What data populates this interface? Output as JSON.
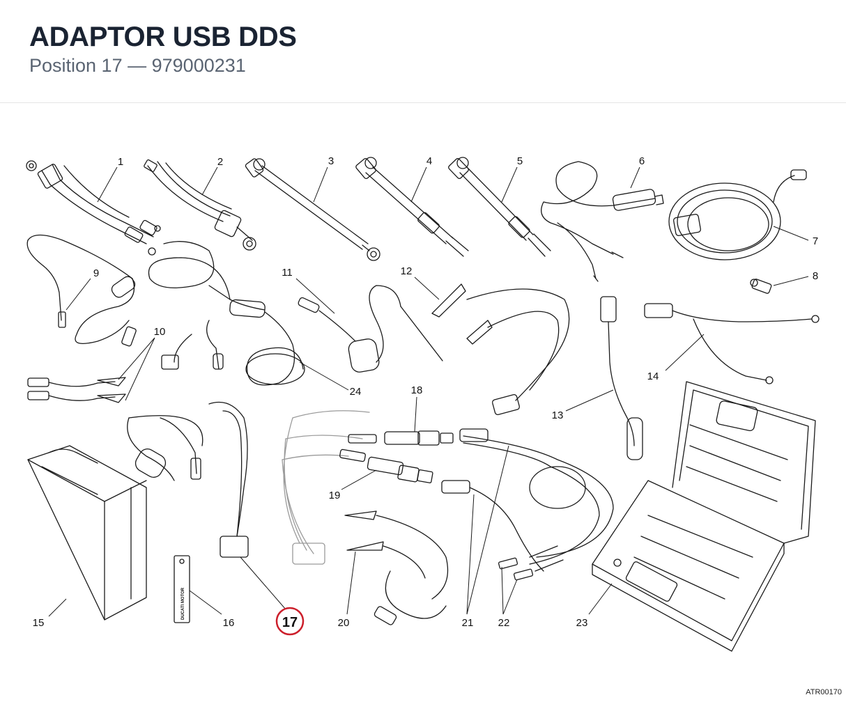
{
  "header": {
    "title": "ADAPTOR USB DDS",
    "position_label": "Position 17",
    "separator": "—",
    "part_number": "979000231"
  },
  "highlight": {
    "position": "17",
    "color": "#cc1f2b"
  },
  "callouts": [
    "1",
    "2",
    "3",
    "4",
    "5",
    "6",
    "7",
    "8",
    "9",
    "10",
    "11",
    "12",
    "13",
    "14",
    "15",
    "16",
    "18",
    "19",
    "20",
    "21",
    "22",
    "23",
    "24"
  ],
  "logo_text": "DUCATI MOTOR",
  "drawing_number": "ATR00170"
}
